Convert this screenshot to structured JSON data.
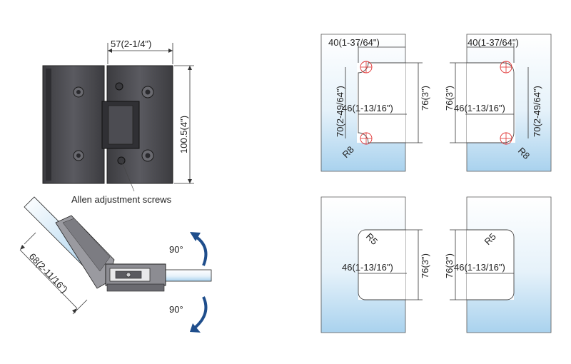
{
  "hinge": {
    "width_label": "57(2-1/4\")",
    "height_label": "100.5(4\")",
    "screws_label": "Allen adjustment screws"
  },
  "side_view": {
    "length_label": "68(2-11/16\")",
    "angle_top_label": "90°",
    "angle_bottom_label": "90°"
  },
  "cutouts": {
    "top_left": {
      "width_label": "40(1-37/64\")",
      "height_label": "70(2-49/64\")",
      "inner_width_label": "46(1-13/16\")",
      "inner_height_label": "76(3\")",
      "radius_label": "R8"
    },
    "top_right": {
      "width_label": "40(1-37/64\")",
      "height_label": "70(2-49/64\")",
      "inner_width_label": "46(1-13/16\")",
      "inner_height_label": "76(3\")",
      "radius_label": "R8"
    },
    "bottom_left": {
      "inner_width_label": "46(1-13/16\")",
      "inner_height_label": "76(3\")",
      "radius_label": "R5"
    },
    "bottom_right": {
      "inner_width_label": "46(1-13/16\")",
      "inner_height_label": "76(3\")",
      "radius_label": "R5"
    }
  },
  "colors": {
    "metal_dark": "#4a4a4d",
    "metal_light": "#9a9aa0",
    "glass_light": "#eef6fb",
    "glass_blue": "#b9d9f0",
    "arrow_blue": "#1f4e8c",
    "mark_red": "#e03030"
  }
}
